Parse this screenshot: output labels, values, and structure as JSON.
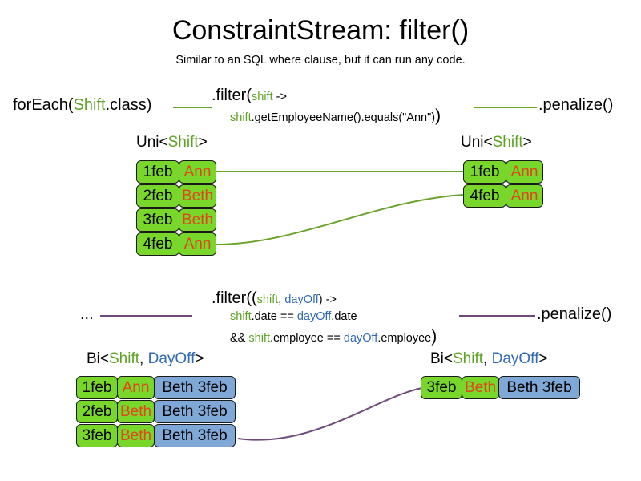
{
  "slide": {
    "title": "ConstraintStream: filter()",
    "subtitle": "Similar to an SQL where clause, but it can run any code."
  },
  "colors": {
    "shift_green": "#5ea226",
    "dayoff_blue": "#2f6ab4",
    "box_green": "#79d72b",
    "box_blue": "#7fa8d6",
    "name_orange": "#e0451c",
    "line_green": "#6aa32b",
    "line_purple": "#6f4b7a"
  },
  "uni_pipeline": {
    "source": {
      "prefix": "forEach(",
      "type": "Shift",
      "suffix": ".class)"
    },
    "filter": {
      "head": ".filter(",
      "param": "shift",
      "arrow": " ->",
      "body_prefix": "shift",
      "body_rest": ".getEmployeeName().equals(\"Ann\")",
      "close": ")"
    },
    "sink": ".penalize()",
    "left_label": {
      "prefix": "Uni<",
      "type": "Shift",
      "suffix": ">"
    },
    "right_label": {
      "prefix": "Uni<",
      "type": "Shift",
      "suffix": ">"
    },
    "left_rows": [
      {
        "date": "1feb",
        "name": "Ann"
      },
      {
        "date": "2feb",
        "name": "Beth"
      },
      {
        "date": "3feb",
        "name": "Beth"
      },
      {
        "date": "4feb",
        "name": "Ann"
      }
    ],
    "right_rows": [
      {
        "date": "1feb",
        "name": "Ann"
      },
      {
        "date": "4feb",
        "name": "Ann"
      }
    ]
  },
  "bi_pipeline": {
    "source": "...",
    "filter": {
      "head": ".filter((",
      "param1": "shift",
      "comma": ", ",
      "param2": "dayOff",
      "arrow": ") ->",
      "line2_a": "shift",
      "line2_b": ".date == ",
      "line2_c": "dayOff",
      "line2_d": ".date",
      "line3_a": "&& ",
      "line3_b": "shift",
      "line3_c": ".employee == ",
      "line3_d": "dayOff",
      "line3_e": ".employee",
      "close": ")"
    },
    "sink": ".penalize()",
    "left_label": {
      "prefix": "Bi<",
      "type1": "Shift",
      "comma": ", ",
      "type2": "DayOff",
      "suffix": ">"
    },
    "right_label": {
      "prefix": "Bi<",
      "type1": "Shift",
      "comma": ", ",
      "type2": "DayOff",
      "suffix": ">"
    },
    "left_rows": [
      {
        "date": "1feb",
        "name": "Ann",
        "pair": "Beth 3feb"
      },
      {
        "date": "2feb",
        "name": "Beth",
        "pair": "Beth 3feb"
      },
      {
        "date": "3feb",
        "name": "Beth",
        "pair": "Beth 3feb"
      }
    ],
    "right_rows": [
      {
        "date": "3feb",
        "name": "Beth",
        "pair": "Beth 3feb"
      }
    ]
  }
}
